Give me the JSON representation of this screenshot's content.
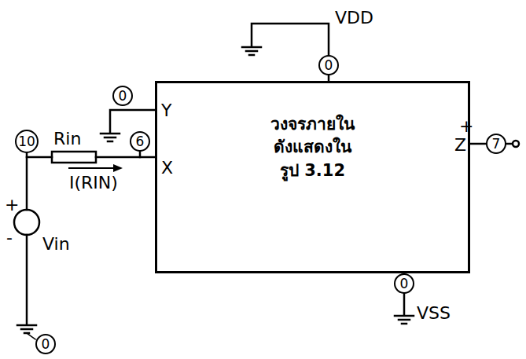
{
  "diagram": {
    "nodes": [
      {
        "text": [
          "0"
        ]
      },
      {
        "text": [
          "0"
        ]
      },
      {
        "text": [
          "วงจรภายใน ดังแสดงใน รูป 3.12"
        ]
      },
      {
        "text": [
          "10"
        ]
      },
      {
        "text": [
          "6"
        ]
      },
      {
        "text": [
          "7"
        ]
      },
      {
        "text": [
          "0"
        ]
      },
      {
        "text": [
          "0"
        ]
      }
    ],
    "labels": [
      "VDD",
      "Y",
      "Rin",
      "+",
      "X",
      "Z",
      "I(RIN)",
      "+",
      "-",
      "Vin",
      "VSS"
    ]
  }
}
